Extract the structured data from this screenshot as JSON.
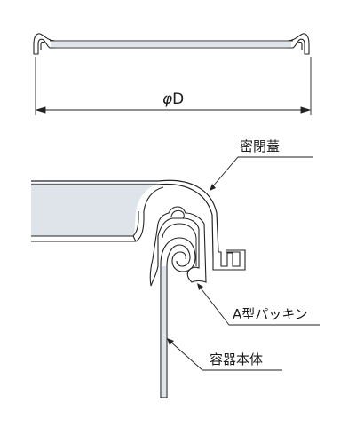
{
  "dimension": {
    "symbol": "φ",
    "letter": "D"
  },
  "labels": {
    "lid": "密閉蓋",
    "gasket": "A型パッキン",
    "body": "容器本体"
  }
}
